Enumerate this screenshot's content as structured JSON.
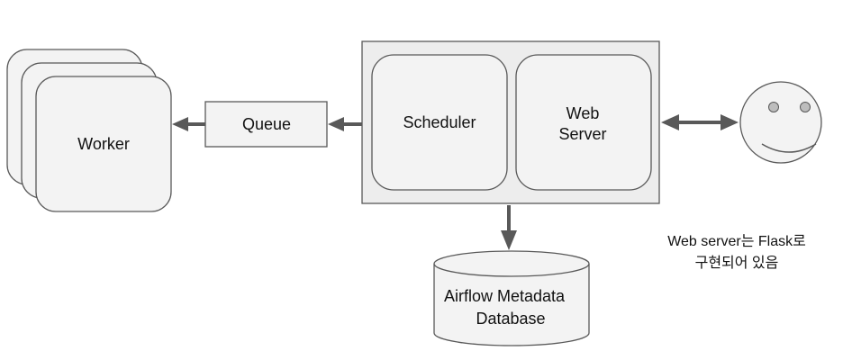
{
  "nodes": {
    "worker": "Worker",
    "queue": "Queue",
    "scheduler": "Scheduler",
    "web_server": [
      "Web",
      "Server"
    ],
    "database": [
      "Airflow Metadata",
      "Database"
    ]
  },
  "note": [
    "Web server는 Flask로",
    "구현되어 있음"
  ],
  "icons": {
    "user": "smiley-face-icon"
  },
  "colors": {
    "box_fill": "#f3f3f3",
    "outer_fill": "#ededed",
    "stroke": "#595959",
    "arrow": "#595959"
  }
}
